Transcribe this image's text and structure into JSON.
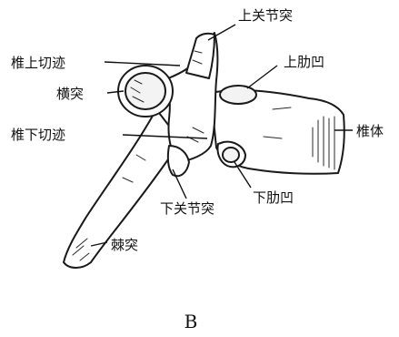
{
  "figure": {
    "caption": "B",
    "labels": {
      "superior_articular_process": "上关节突",
      "superior_vertebral_notch": "椎上切迹",
      "superior_costal_facet": "上肋凹",
      "transverse_process": "横突",
      "vertebral_body": "椎体",
      "inferior_vertebral_notch": "椎下切迹",
      "inferior_costal_facet": "下肋凹",
      "inferior_articular_process": "下关节突",
      "spinous_process": "棘突"
    }
  }
}
